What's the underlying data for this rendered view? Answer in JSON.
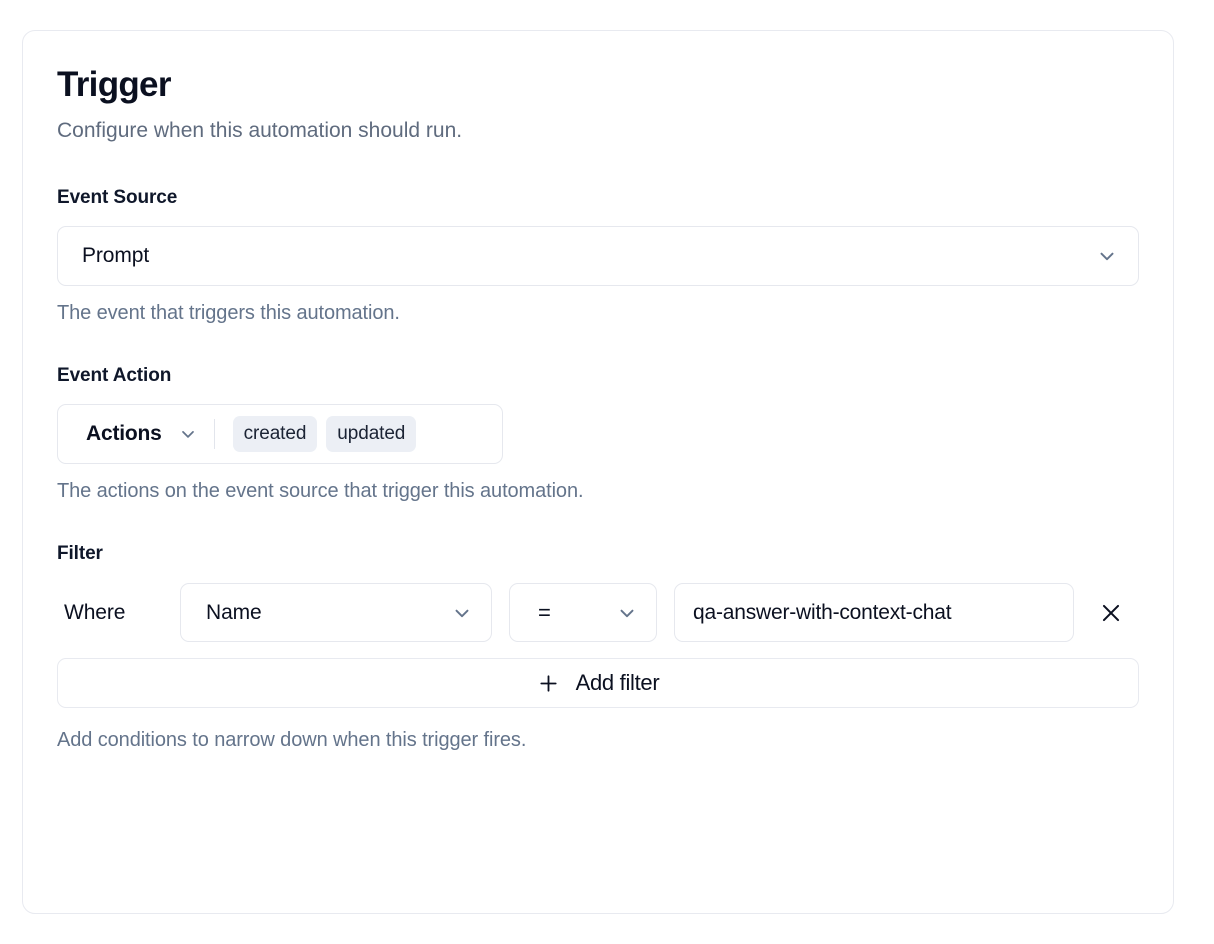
{
  "card": {
    "title": "Trigger",
    "subtitle": "Configure when this automation should run."
  },
  "event_source": {
    "label": "Event Source",
    "value": "Prompt",
    "helper": "The event that triggers this automation.",
    "chevron_icon": "chevron-down-icon"
  },
  "event_action": {
    "label": "Event Action",
    "trigger_label": "Actions",
    "chevron_icon": "chevron-down-icon",
    "badges": [
      "created",
      "updated"
    ],
    "helper": "The actions on the event source that trigger this automation."
  },
  "filter": {
    "label": "Filter",
    "where_label": "Where",
    "rows": [
      {
        "field": "Name",
        "operator": "=",
        "value": "qa-answer-with-context-chat",
        "remove_icon": "close-icon"
      }
    ],
    "add_filter_label": "Add filter",
    "add_icon": "plus-icon",
    "helper": "Add conditions to narrow down when this trigger fires."
  },
  "colors": {
    "text_primary": "#0b1020",
    "text_muted": "#64748b",
    "border": "#e6e8ee",
    "badge_bg": "#eceff5",
    "icon_muted": "#64748b"
  }
}
